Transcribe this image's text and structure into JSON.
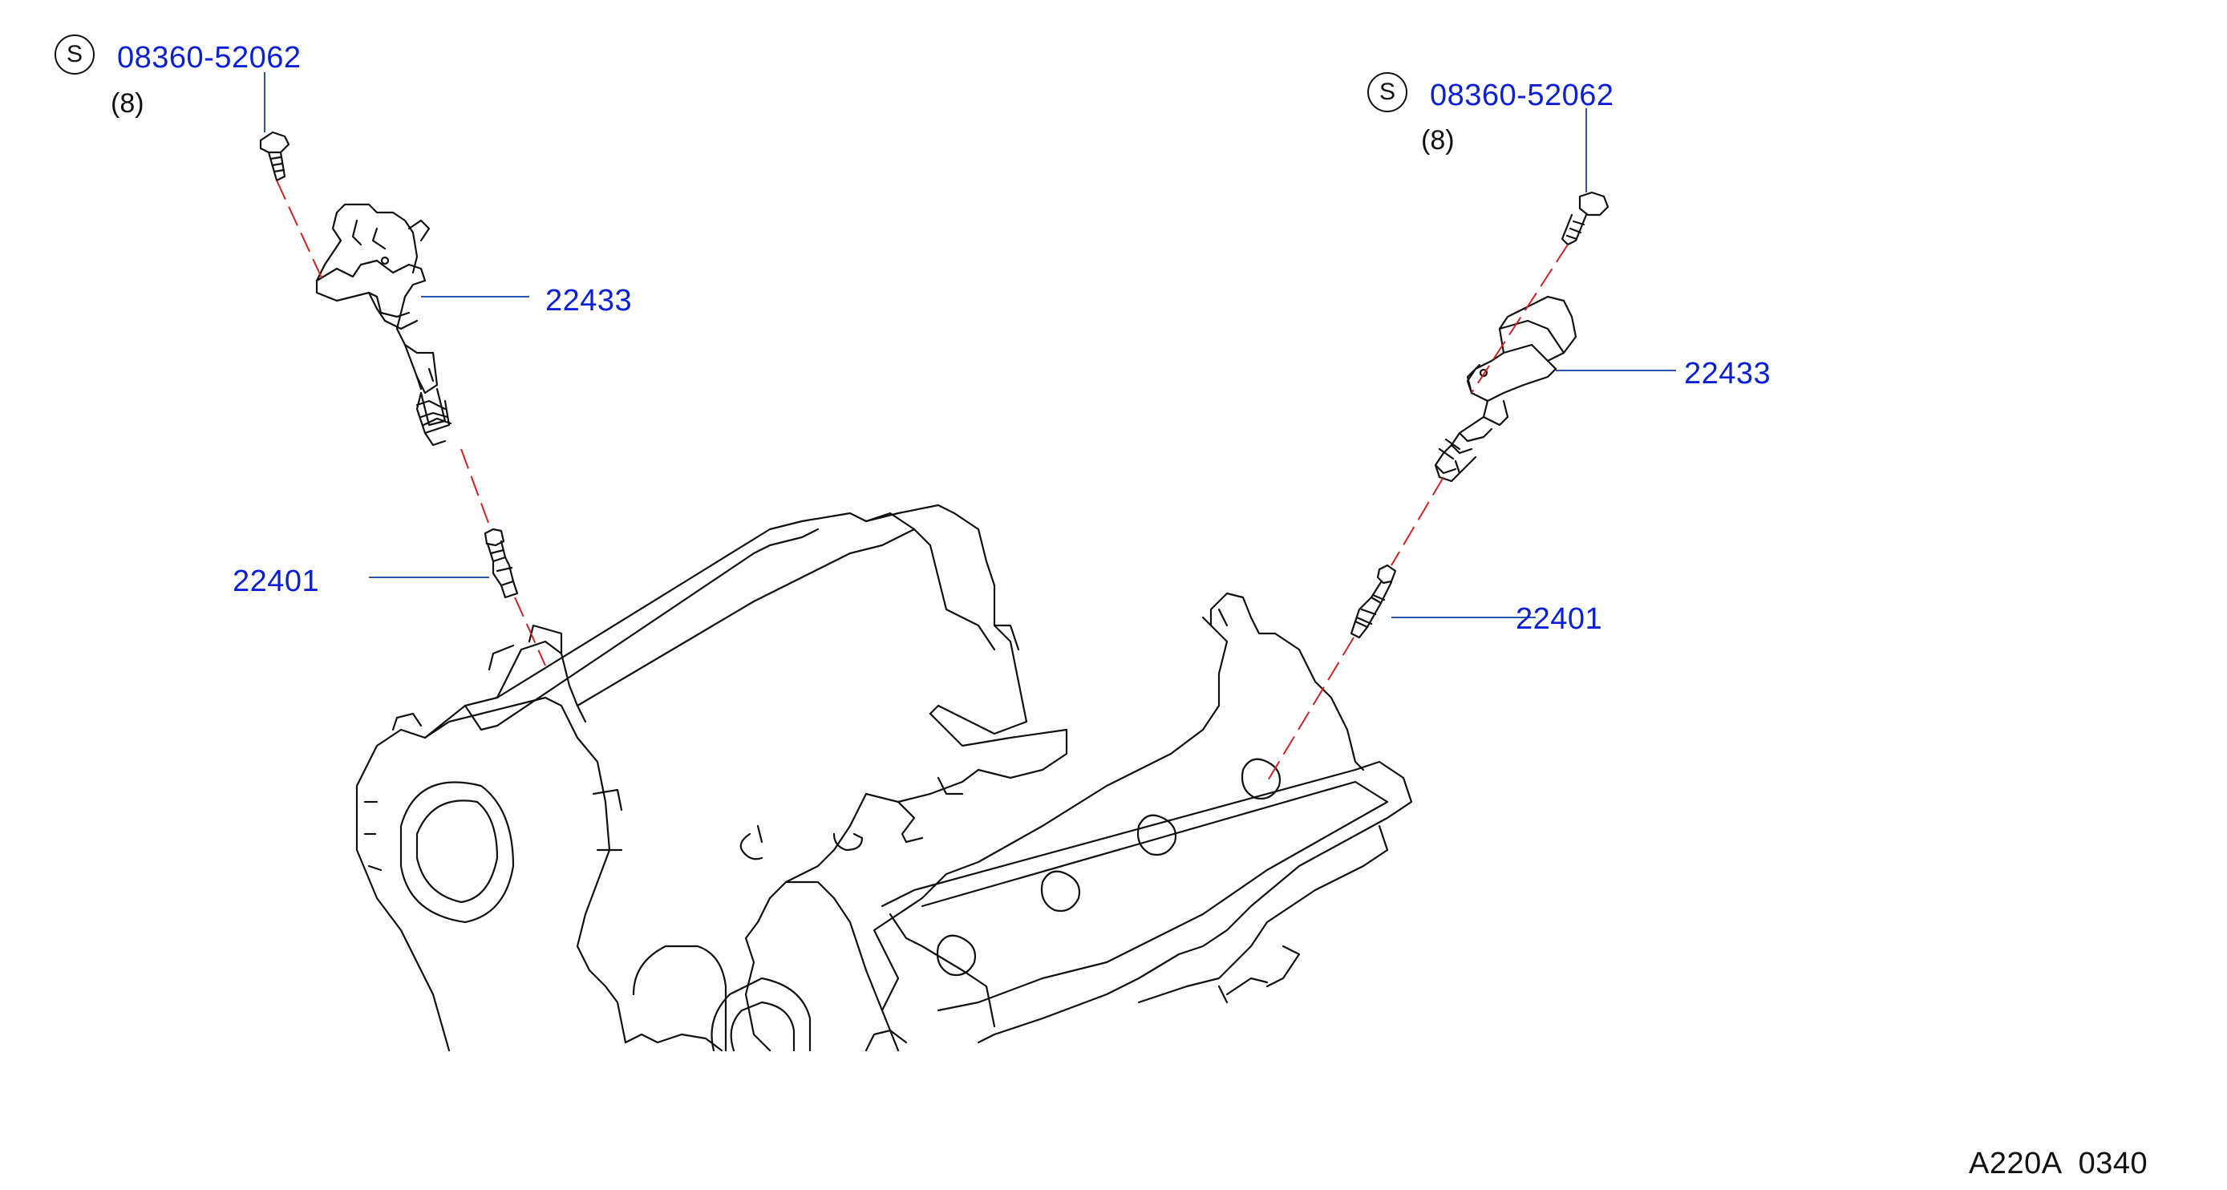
{
  "colors": {
    "part_number": "#0a1fd6",
    "leader_line": "#2e55a8",
    "center_line": "#d62020",
    "drawing_line": "#111111"
  },
  "callouts": {
    "left_bolt": {
      "badge": "S",
      "part_number": "08360-52062",
      "quantity": "(8)"
    },
    "left_coil": {
      "part_number": "22433"
    },
    "left_plug": {
      "part_number": "22401"
    },
    "right_bolt": {
      "badge": "S",
      "part_number": "08360-52062",
      "quantity": "(8)"
    },
    "right_coil": {
      "part_number": "22433"
    },
    "right_plug": {
      "part_number": "22401"
    }
  },
  "reference_code": "A220A  0340"
}
